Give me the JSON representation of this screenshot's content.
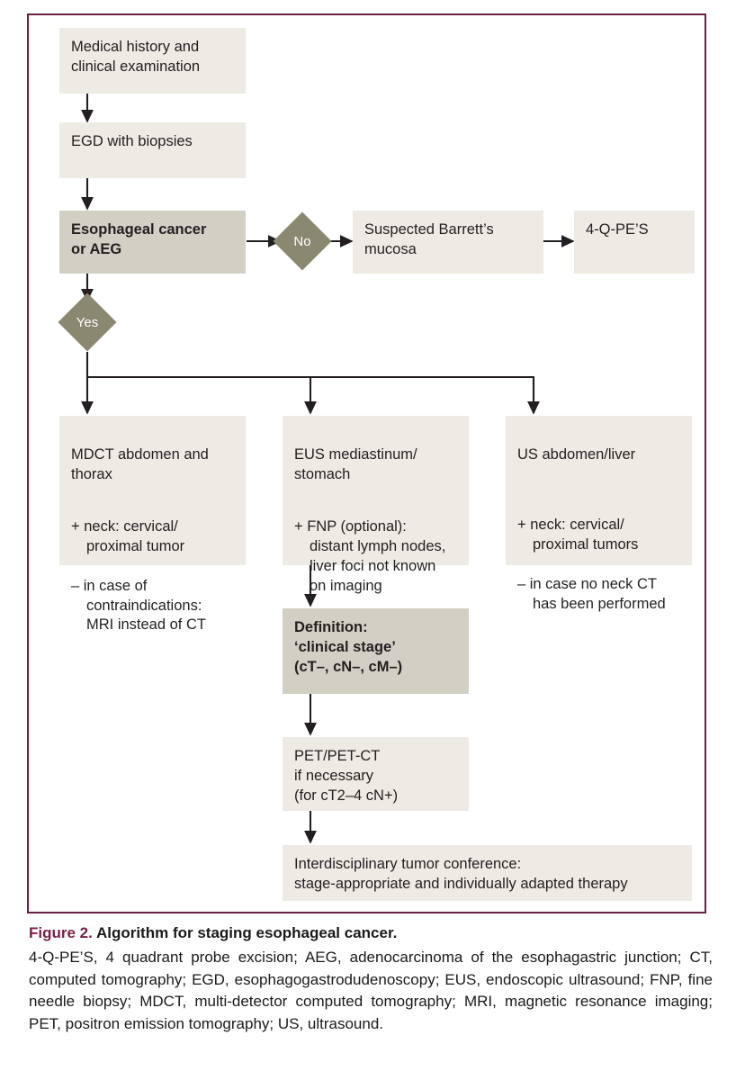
{
  "figure": {
    "frame_border_color": "#6d1f46",
    "box_fill_light": "#eeeae4",
    "box_fill_shaded": "#d2d0c4",
    "diamond_fill": "#8b8871",
    "arrow_color": "#231f20"
  },
  "nodes": {
    "medical_history": "Medical history and\nclinical examination",
    "egd": "EGD with biopsies",
    "esophageal_cancer": "Esophageal cancer\nor AEG",
    "suspected_barretts": "Suspected Barrett’s\nmucosa",
    "four_q_pes": "4-Q-PE’S",
    "mdct_title": "MDCT abdomen and\nthorax",
    "mdct_note1": "+ neck: cervical/\nproximal tumor",
    "mdct_note2": "– in case of\ncontraindications:\nMRI instead of CT",
    "eus_title": "EUS mediastinum/\nstomach",
    "eus_note1": "+ FNP (optional):\ndistant lymph nodes,\nliver foci not known\non imaging",
    "us_title": "US abdomen/liver",
    "us_note1": "+ neck: cervical/\nproximal tumors",
    "us_note2": "– in case no neck CT\nhas been performed",
    "definition": "Definition:\n‘clinical stage’\n(cT–, cN–, cM–)",
    "pet": "PET/PET-CT\nif necessary\n(for cT2–4 cN+)",
    "tumor_conference": "Interdisciplinary tumor conference:\nstage-appropriate and individually adapted therapy"
  },
  "decisions": {
    "no_label": "No",
    "yes_label": "Yes"
  },
  "caption": {
    "figure_label": "Figure 2.",
    "figure_title": "Algorithm for staging esophageal cancer.",
    "abbreviations": "4-Q-PE’S, 4 quadrant probe excision; AEG, adenocarcinoma of the esophagastric junction; CT, computed tomography; EGD, esophagogastrodudenoscopy; EUS, endoscopic ultrasound; FNP, fine needle biopsy; MDCT, multi-detector computed tomography; MRI, magnetic resonance imaging; PET, positron emission tomography; US, ultrasound."
  }
}
